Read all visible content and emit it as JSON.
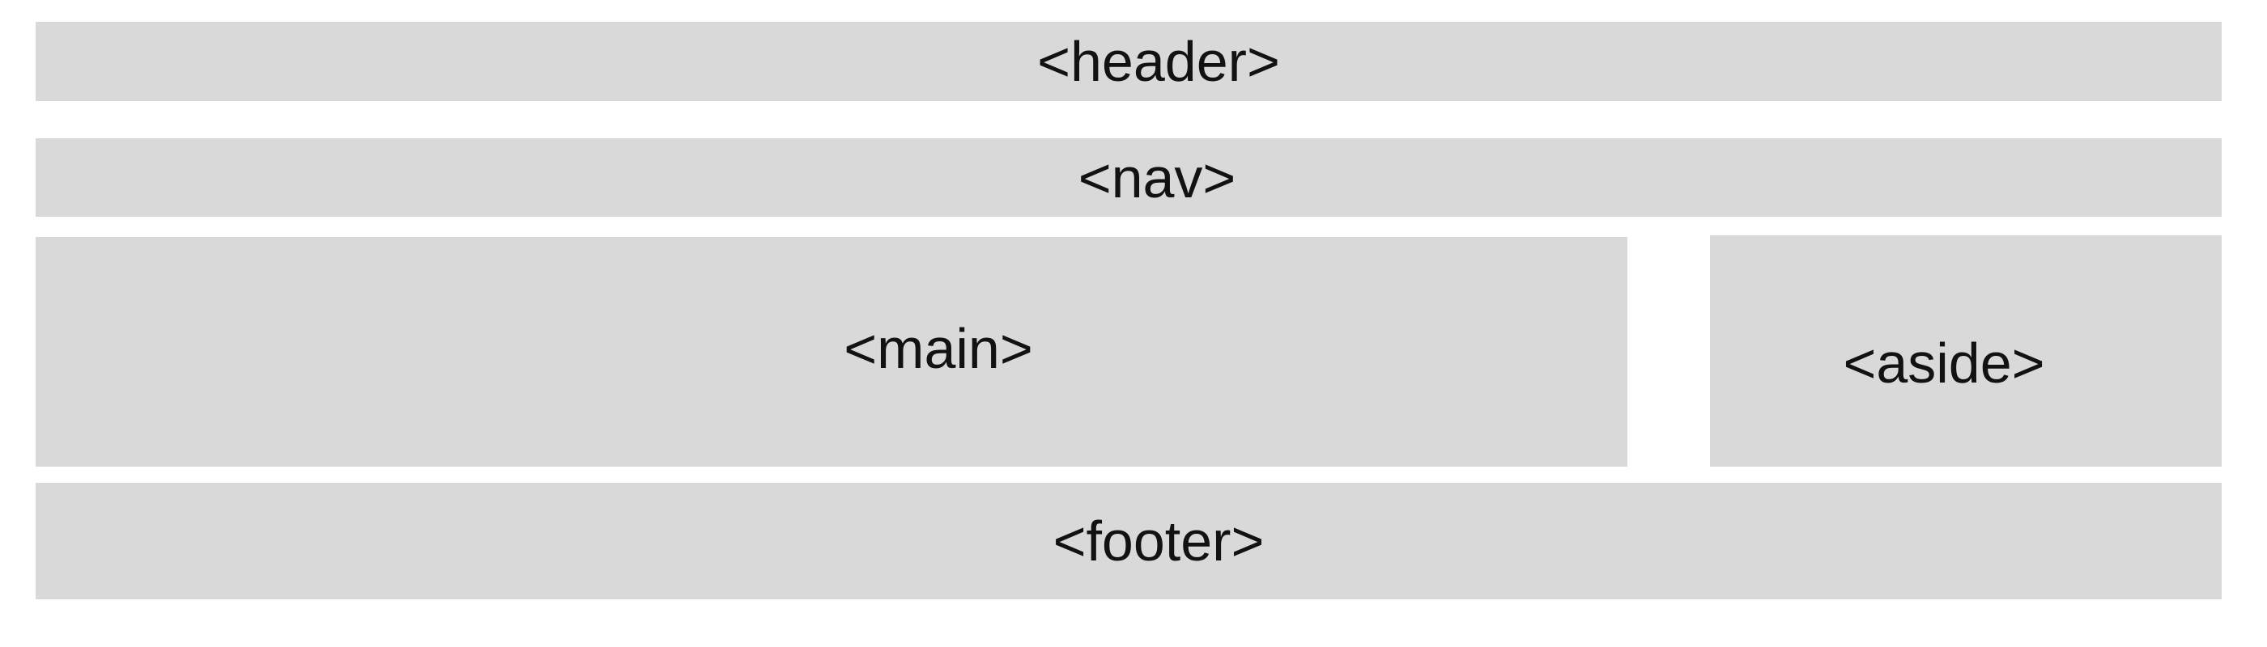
{
  "page": {
    "background": "#ffffff",
    "description_labels_are_html_tag_names": true
  },
  "colors": {
    "box_fill": "#d9d9d9",
    "label_text": "#121212"
  },
  "boxes": {
    "header": {
      "label": "<header>"
    },
    "nav": {
      "label": "<nav>"
    },
    "main": {
      "label": "<main>"
    },
    "aside": {
      "label": "<aside>"
    },
    "footer": {
      "label": "<footer>"
    }
  }
}
